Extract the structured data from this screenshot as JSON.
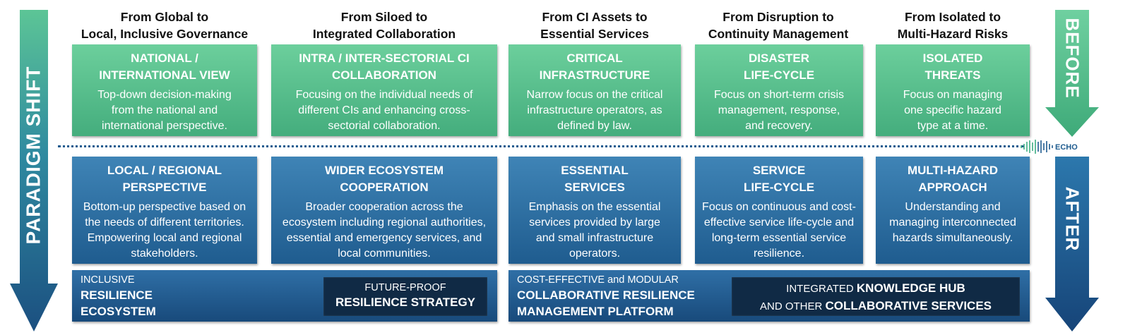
{
  "colors": {
    "green_top": "#6ccf9c",
    "green_bottom": "#44ad7d",
    "blue_top": "#3f84b6",
    "blue_bottom": "#1f5c8f",
    "navy": "#102a45"
  },
  "left_arrow_label": "PARADIGM SHIFT",
  "before_label": "BEFORE",
  "after_label": "AFTER",
  "logo_text": "ECHO",
  "columns": [
    {
      "heading_line1": "From Global to",
      "heading_line2": "Local, Inclusive Governance",
      "before_title1": "NATIONAL /",
      "before_title2": "INTERNATIONAL VIEW",
      "before_text": "Top-down decision-making from the national and international perspective.",
      "after_title1": "LOCAL / REGIONAL",
      "after_title2": "PERSPECTIVE",
      "after_text": "Bottom-up perspective based on the needs of different territories. Empowering local and regional stakeholders."
    },
    {
      "heading_line1": "From Siloed to",
      "heading_line2": "Integrated Collaboration",
      "before_title1": "INTRA / INTER-SECTORIAL CI",
      "before_title2": "COLLABORATION",
      "before_text": "Focusing on the individual needs of different CIs and enhancing cross-sectorial collaboration.",
      "after_title1": "WIDER ECOSYSTEM",
      "after_title2": "COOPERATION",
      "after_text": "Broader cooperation across the ecosystem including regional authorities, essential and emergency services, and local communities."
    },
    {
      "heading_line1": "From CI Assets to",
      "heading_line2": "Essential Services",
      "before_title1": "CRITICAL",
      "before_title2": "INFRASTRUCTURE",
      "before_text": "Narrow focus on the critical infrastructure operators, as defined by law.",
      "after_title1": "ESSENTIAL",
      "after_title2": "SERVICES",
      "after_text": "Emphasis on the essential services provided by large and small infrastructure operators."
    },
    {
      "heading_line1": "From Disruption to",
      "heading_line2": "Continuity Management",
      "before_title1": "DISASTER",
      "before_title2": "LIFE-CYCLE",
      "before_text": "Focus on short-term crisis management, response, and recovery.",
      "after_title1": "SERVICE",
      "after_title2": "LIFE-CYCLE",
      "after_text": "Focus on continuous and cost-effective service life-cycle and long-term essential service resilience."
    },
    {
      "heading_line1": "From Isolated to",
      "heading_line2": "Multi-Hazard Risks",
      "before_title1": "ISOLATED",
      "before_title2": "THREATS",
      "before_text": "Focus on managing one specific hazard type at a time.",
      "after_title1": "MULTI-HAZARD",
      "after_title2": "APPROACH",
      "after_text": "Understanding and managing interconnected hazards simultaneously."
    }
  ],
  "bottom_left": {
    "small": "INCLUSIVE",
    "big1": "RESILIENCE",
    "big2": "ECOSYSTEM",
    "inset_small": "FUTURE-PROOF",
    "inset_big": "RESILIENCE STRATEGY"
  },
  "bottom_right": {
    "small": "COST-EFFECTIVE and MODULAR",
    "big1": "COLLABORATIVE RESILIENCE",
    "big2": "MANAGEMENT  PLATFORM",
    "inset_line1_plain": "INTEGRATED ",
    "inset_line1_bold": "KNOWLEDGE HUB",
    "inset_line2_plain": "AND OTHER ",
    "inset_line2_bold": "COLLABORATIVE SERVICES"
  }
}
